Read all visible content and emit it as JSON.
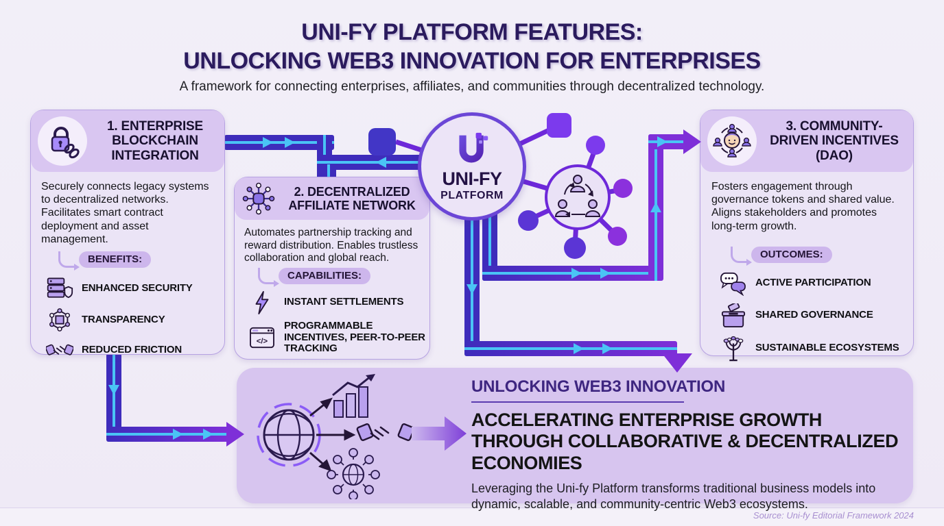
{
  "header": {
    "title_line1": "UNI-FY PLATFORM FEATURES:",
    "title_line2": "UNLOCKING WEB3 INNOVATION FOR ENTERPRISES",
    "subtitle": "A framework for connecting enterprises, affiliates, and communities through decentralized technology."
  },
  "center_node": {
    "logo_letter": "U",
    "name_line1": "UNI-FY",
    "name_line2": "PLATFORM"
  },
  "cards": [
    {
      "title": "1. ENTERPRISE BLOCKCHAIN INTEGRATION",
      "icon": "lock-chain-icon",
      "body": "Securely connects legacy systems to decentralized networks. Facilitates smart contract deployment and asset management.",
      "list_label": "BENEFITS:",
      "items": [
        {
          "icon": "server-shield-icon",
          "label": "ENHANCED SECURITY"
        },
        {
          "icon": "cube-network-icon",
          "label": "TRANSPARENCY"
        },
        {
          "icon": "handshake-icon",
          "label": "REDUCED FRICTION"
        }
      ]
    },
    {
      "title": "2. DECENTRALIZED AFFILIATE NETWORK",
      "icon": "hub-network-icon",
      "body": "Automates partnership tracking and reward distribution. Enables trustless collaboration and global reach.",
      "list_label": "CAPABILITIES:",
      "items": [
        {
          "icon": "lightning-icon",
          "label": "INSTANT SETTLEMENTS"
        },
        {
          "icon": "code-window-icon",
          "label": "PROGRAMMABLE INCENTIVES, PEER-TO-PEER TRACKING"
        }
      ]
    },
    {
      "title": "3. COMMUNITY-DRIVEN INCENTIVES (DAO)",
      "icon": "community-icon",
      "body": "Fosters engagement through governance tokens and shared value. Aligns stakeholders and promotes long-term growth.",
      "list_label": "OUTCOMES:",
      "items": [
        {
          "icon": "chat-bubbles-icon",
          "label": "ACTIVE PARTICIPATION"
        },
        {
          "icon": "ballot-box-icon",
          "label": "SHARED GOVERNANCE"
        },
        {
          "icon": "plant-icon",
          "label": "SUSTAINABLE ECOSYSTEMS"
        }
      ]
    }
  ],
  "bottom_panel": {
    "eyebrow": "UNLOCKING WEB3 INNOVATION",
    "heading": "ACCELERATING ENTERPRISE GROWTH THROUGH COLLABORATIVE & DECENTRALIZED ECONOMIES",
    "body": "Leveraging the Uni-fy Platform transforms traditional business models into dynamic, scalable, and community-centric Web3 ecosystems.",
    "icons": [
      "globe-icon",
      "growth-chart-icon",
      "handshake-icon",
      "community-network-icon"
    ]
  },
  "footer": {
    "source": "Source: Uni-fy Editorial Framework 2024"
  },
  "colors": {
    "background": "#f1eef7",
    "pipe_indigo": "#3e2cbb",
    "pipe_cyan": "#4ac4f5",
    "pipe_purple": "#7e2fd8",
    "card_fill": "#ebe4f6",
    "card_border": "#b6a1e2",
    "card_header_fill": "#d9c6f1",
    "pill_fill": "#cdb6ec",
    "title_color": "#2b1b5e",
    "bottom_panel_fill": "#d7c5ef",
    "source_color": "#a88fd0"
  }
}
